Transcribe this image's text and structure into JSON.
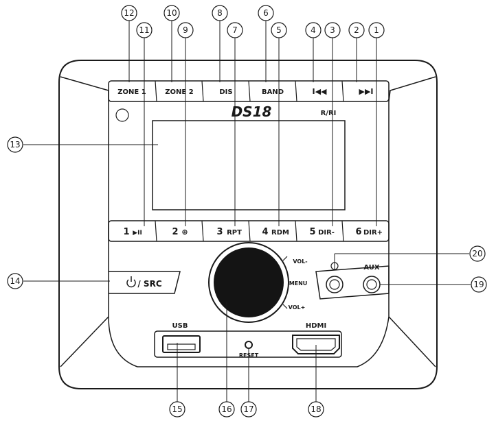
{
  "brand": "DS18",
  "rds_badge": "R∕RI",
  "top_buttons": {
    "zone1": "ZONE 1",
    "zone2": "ZONE 2",
    "dis": "DIS",
    "band": "BAND",
    "prev": "I◀◀",
    "next": "▶▶I"
  },
  "preset_buttons": {
    "p1_num": "1",
    "p1_label": "▶II",
    "p2_num": "2",
    "p2_label": "⊕",
    "p3_num": "3",
    "p3_label": "RPT",
    "p4_num": "4",
    "p4_label": "RDM",
    "p5_num": "5",
    "p5_label": "DIR-",
    "p6_num": "6",
    "p6_label": "DIR+"
  },
  "power_src": {
    "icon": "power-icon",
    "label": "/ SRC"
  },
  "knob_labels": {
    "vol_down": "VOL-",
    "menu": "MENU",
    "vol_up": "VOL+"
  },
  "ports": {
    "aux": "AUX",
    "usb": "USB",
    "hdmi": "HDMI",
    "reset": "RESET"
  },
  "callouts": [
    "1",
    "2",
    "3",
    "4",
    "5",
    "6",
    "7",
    "8",
    "9",
    "10",
    "11",
    "12",
    "13",
    "14",
    "15",
    "16",
    "17",
    "18",
    "19",
    "20"
  ]
}
